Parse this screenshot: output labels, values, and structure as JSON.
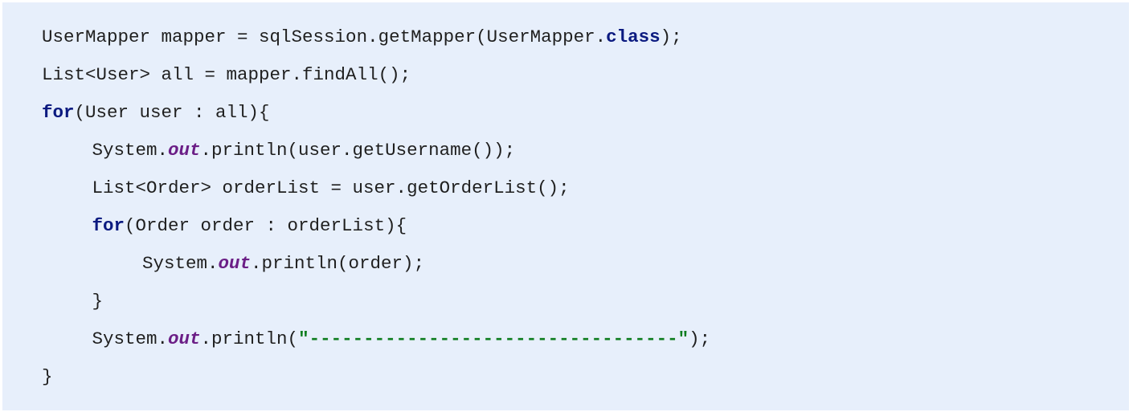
{
  "colors": {
    "background": "#e7effb",
    "plain": "#1f1f1f",
    "keyword": "#0b1a80",
    "field": "#6b1e86",
    "string": "#0e7d1f"
  },
  "code": {
    "lines": [
      {
        "indent": 0,
        "tokens": [
          {
            "t": "plain",
            "v": "UserMapper mapper = sqlSession.getMapper(UserMapper."
          },
          {
            "t": "keyword",
            "v": "class"
          },
          {
            "t": "plain",
            "v": ");"
          }
        ]
      },
      {
        "indent": 0,
        "tokens": [
          {
            "t": "plain",
            "v": "List<User> all = mapper.findAll();"
          }
        ]
      },
      {
        "indent": 0,
        "tokens": [
          {
            "t": "keyword",
            "v": "for"
          },
          {
            "t": "plain",
            "v": "(User user : all){"
          }
        ]
      },
      {
        "indent": 1,
        "tokens": [
          {
            "t": "plain",
            "v": "System."
          },
          {
            "t": "field",
            "v": "out"
          },
          {
            "t": "plain",
            "v": ".println(user.getUsername());"
          }
        ]
      },
      {
        "indent": 1,
        "tokens": [
          {
            "t": "plain",
            "v": "List<Order> orderList = user.getOrderList();"
          }
        ]
      },
      {
        "indent": 1,
        "tokens": [
          {
            "t": "keyword",
            "v": "for"
          },
          {
            "t": "plain",
            "v": "(Order order : orderList){"
          }
        ]
      },
      {
        "indent": 2,
        "tokens": [
          {
            "t": "plain",
            "v": "System."
          },
          {
            "t": "field",
            "v": "out"
          },
          {
            "t": "plain",
            "v": ".println(order);"
          }
        ]
      },
      {
        "indent": 1,
        "tokens": [
          {
            "t": "plain",
            "v": "}"
          }
        ]
      },
      {
        "indent": 1,
        "tokens": [
          {
            "t": "plain",
            "v": "System."
          },
          {
            "t": "field",
            "v": "out"
          },
          {
            "t": "plain",
            "v": ".println("
          },
          {
            "t": "string",
            "v": "\"----------------------------------\""
          },
          {
            "t": "plain",
            "v": ");"
          }
        ]
      },
      {
        "indent": 0,
        "tokens": [
          {
            "t": "plain",
            "v": "}"
          }
        ]
      }
    ]
  }
}
